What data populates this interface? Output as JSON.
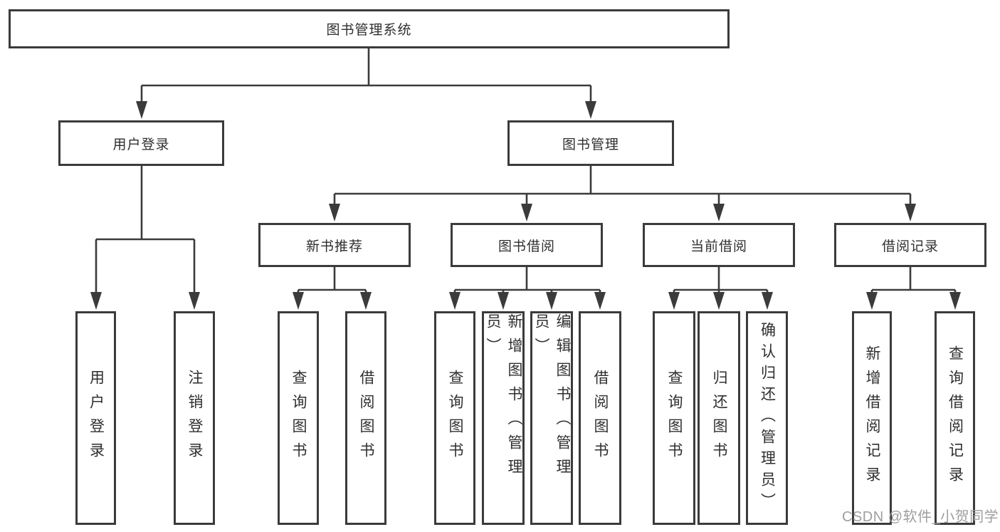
{
  "diagram": {
    "title": "图书管理系统",
    "nodes": {
      "root": "图书管理系统",
      "user_login": "用户登录",
      "book_management": "图书管理",
      "new_book_recommend": "新书推荐",
      "book_borrow": "图书借阅",
      "current_borrow": "当前借阅",
      "borrow_records": "借阅记录",
      "leaf_user_login": "用户登录",
      "leaf_logout": "注销登录",
      "leaf_query_books_1": "查询图书",
      "leaf_borrow_books_1": "借阅图书",
      "leaf_query_books_2": "查询图书",
      "leaf_add_books_admin": "新增图书（管理员）",
      "leaf_edit_books_admin": "编辑图书（管理员）",
      "leaf_borrow_books_2": "借阅图书",
      "leaf_query_books_3": "查询图书",
      "leaf_return_books": "归还图书",
      "leaf_confirm_return_admin": "确认归还（管理员）",
      "leaf_add_borrow_record": "新增借阅记录",
      "leaf_query_borrow_record": "查询借阅记录"
    }
  },
  "watermark": {
    "text": "CSDN @软件_小贺同学",
    "color": "#9e9e9e"
  },
  "colors": {
    "line": "#3b3b3b",
    "box_border": "#3b3b3b",
    "box_background": "#ffffff",
    "page_background": "#ffffff"
  }
}
